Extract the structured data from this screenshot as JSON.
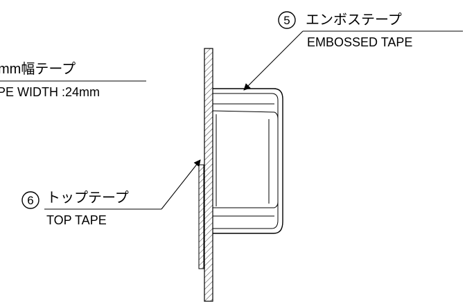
{
  "callouts": {
    "emboss": {
      "number": "5",
      "label_jp": "エンボステープ",
      "label_en": "EMBOSSED TAPE"
    },
    "top_tape": {
      "number": "6",
      "label_jp": "トップテープ",
      "label_en": "TOP TAPE"
    },
    "tape_width": {
      "label_jp": "mm幅テープ",
      "label_en": "PE WIDTH :24mm"
    }
  },
  "colors": {
    "line": "#000000",
    "background": "#ffffff"
  }
}
